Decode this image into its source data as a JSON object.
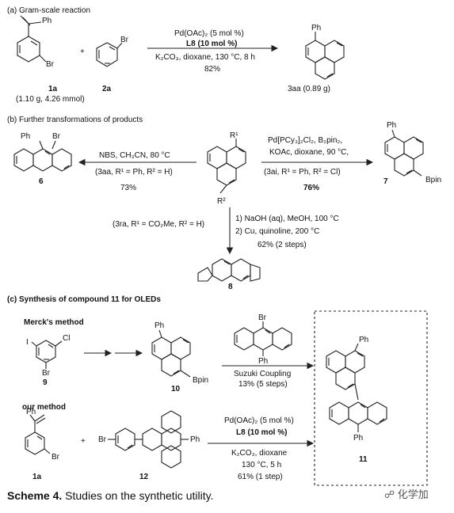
{
  "sections": {
    "a": "(a)  Gram-scale reaction",
    "b": "(b)  Further transformations of products",
    "c": "(c)  Synthesis of compound 11 for OLEDs"
  },
  "a": {
    "cond1": "Pd(OAc)₂ (5 mol %)",
    "cond2": "L8 (10 mol %)",
    "cond3": "K₂CO₃, dioxane, 130 °C, 8 h",
    "yield": "82%",
    "lbl_1a": "1a",
    "lbl_1a_sub": "(1.10 g, 4.26 mmol)",
    "lbl_2a": "2a",
    "lbl_3aa": "3aa (0.89 g)",
    "ph": "Ph",
    "br": "Br",
    "plus": "+"
  },
  "b": {
    "left1": "NBS, CH₃CN, 80 °C",
    "left2": "(3aa, R¹ = Ph, R² = H)",
    "left3": "73%",
    "right1": "Pd[PCy₃]₂Cl₂, B₂pin₂,",
    "right2": "KOAc, dioxane, 90 °C,",
    "right3": "(3ai, R¹ = Ph, R² = Cl)",
    "right4": "76%",
    "down_left": "(3ra, R¹ = CO₂Me, R² = H)",
    "down1": "1) NaOH (aq), MeOH, 100 °C",
    "down2": "2) Cu, quinoline, 200 °C",
    "down3": "62% (2 steps)",
    "lbl_6": "6",
    "lbl_7": "7",
    "lbl_8": "8",
    "r1": "R¹",
    "r2": "R²",
    "bpin": "Bpin"
  },
  "c": {
    "merck": "Merck's method",
    "our": "our method",
    "suzuki1": "Suzuki Coupling",
    "suzuki2": "13% (5 steps)",
    "cond1": "Pd(OAc)₂ (5 mol %)",
    "cond2": "L8 (10 mol %)",
    "cond3": "K₂CO₃, dioxane",
    "cond4": "130 °C, 5 h",
    "cond5": "61% (1 step)",
    "lbl_9": "9",
    "lbl_10": "10",
    "lbl_11": "11",
    "lbl_12": "12",
    "lbl_1a": "1a",
    "cl": "Cl",
    "i": "I",
    "plus": "+"
  },
  "caption": {
    "bold": "Scheme 4.",
    "rest": " Studies on the synthetic utility."
  },
  "watermark": "化学加"
}
